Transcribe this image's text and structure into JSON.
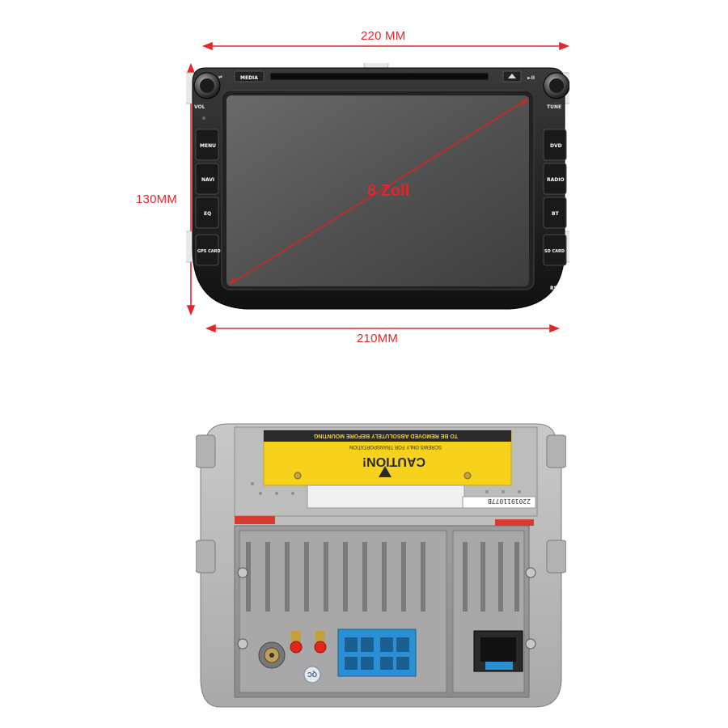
{
  "dimensions": {
    "top_width": "220 MM",
    "height": "130MM",
    "bottom_width": "210MM"
  },
  "screen": {
    "size_label": "8 Zoll"
  },
  "front_panel": {
    "top_left_label": "VOL",
    "top_right_label": "TUNE",
    "media_button": "MEDIA",
    "left_buttons": [
      "MENU",
      "NAVI",
      "EQ",
      "GPS CARD"
    ],
    "right_buttons": [
      "DVD",
      "RADIO",
      "BT",
      "SD CARD",
      "RST"
    ]
  },
  "rear_panel": {
    "caution_title": "CAUTION!",
    "caution_line1": "TO BE REMOVED ABSOLUTELY BEFORE MOUNTING",
    "caution_line2": "SCREWS ONLY FOR TRANSPORTATION",
    "serial": "2201911077B",
    "qc_label": "QC"
  },
  "colors": {
    "dimension": "#e3262a",
    "caution": "#f6d21c",
    "connector_blue": "#2b8fd6",
    "connector_red": "#e0261f"
  }
}
